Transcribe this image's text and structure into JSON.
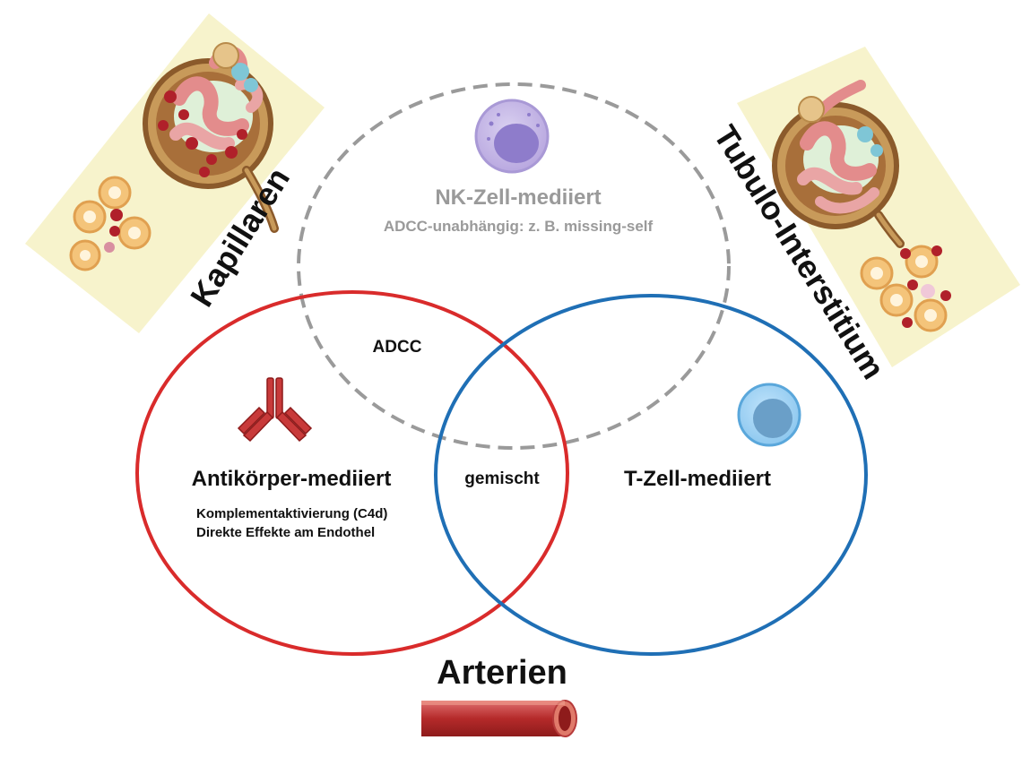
{
  "sets": {
    "nk": {
      "title": "NK-Zell-mediiert",
      "subtitle": "ADCC-unabhängig: z. B. missing-self",
      "color": "#9a9a9a",
      "border_style": "dashed",
      "icon": "nk-cell-icon"
    },
    "antibody": {
      "title": "Antikörper-mediiert",
      "details": [
        "Komplementaktivierung (C4d)",
        "Direkte Effekte am Endothel"
      ],
      "color": "#d92b2b",
      "icon": "antibody-icon"
    },
    "tcell": {
      "title": "T-Zell-mediiert",
      "color": "#1f6fb5",
      "icon": "t-cell-icon"
    }
  },
  "overlaps": {
    "antibody_nk": "ADCC",
    "antibody_tcell": "gemischt"
  },
  "compartments": {
    "capillaries": {
      "label": "Kapillaren",
      "icon": "glomerulus-capillaries-icon"
    },
    "tubulointerstitium": {
      "label": "Tubulo-Interstitium",
      "icon": "glomerulus-tubulointerstitium-icon"
    },
    "arteries": {
      "label": "Arterien",
      "icon": "artery-vessel-icon"
    }
  },
  "colors": {
    "panel_bg": "#f7f3cc",
    "tissue_brown": "#8b5a2b",
    "tissue_pink": "#e9a5a5",
    "cell_dark_red": "#b0202a",
    "artery_red": "#a52323"
  }
}
